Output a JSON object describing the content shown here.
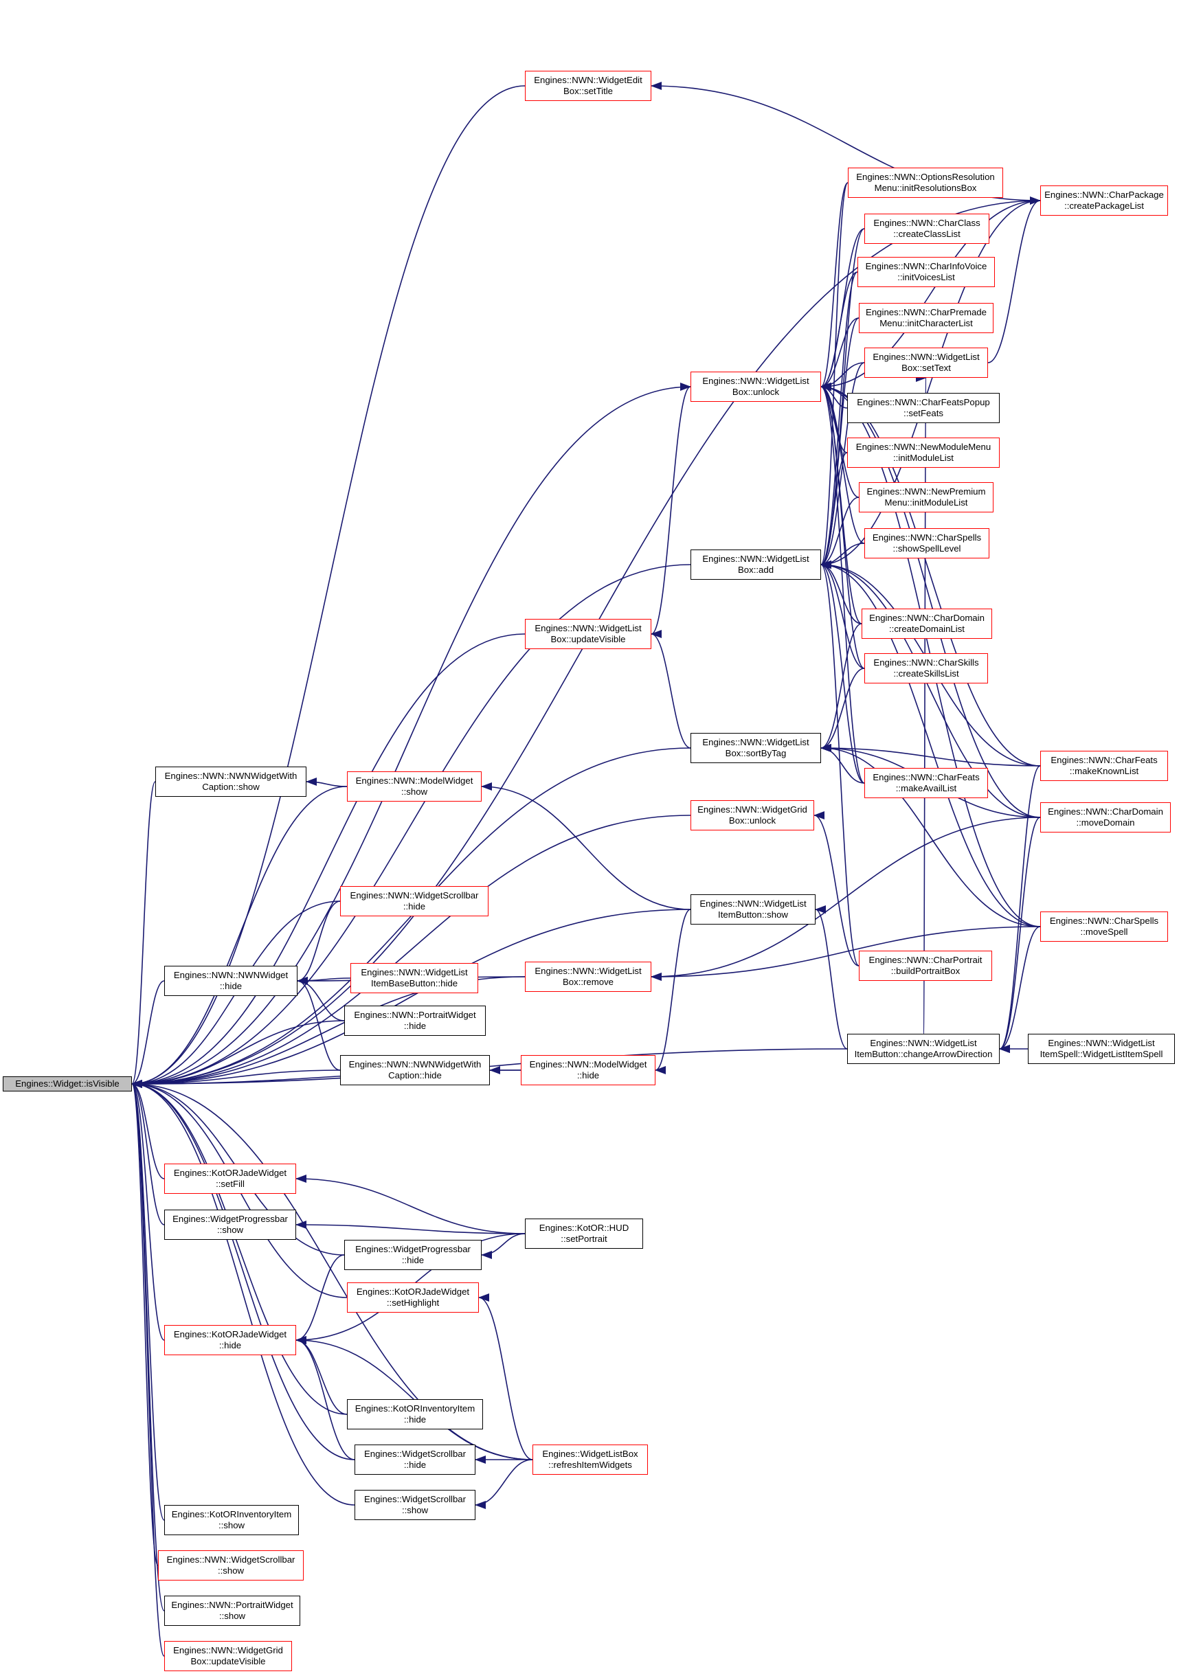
{
  "colors": {
    "edge": "#191970",
    "node_border": "#000000",
    "node_border_incomplete": "#ff0000",
    "root_fill": "#bfbfbf"
  },
  "graph": {
    "root": "isVisible",
    "nodes": [
      {
        "id": "isVisible",
        "lines": [
          "Engines::Widget::isVisible"
        ],
        "border": "black",
        "root": true
      },
      {
        "id": "editSetTitle",
        "lines": [
          "Engines::NWN::WidgetEdit",
          "Box::setTitle"
        ],
        "border": "red"
      },
      {
        "id": "optionsRes",
        "lines": [
          "Engines::NWN::OptionsResolution",
          "Menu::initResolutionsBox"
        ],
        "border": "red"
      },
      {
        "id": "charPackage",
        "lines": [
          "Engines::NWN::CharPackage",
          "::createPackageList"
        ],
        "border": "red"
      },
      {
        "id": "charClass",
        "lines": [
          "Engines::NWN::CharClass",
          "::createClassList"
        ],
        "border": "red"
      },
      {
        "id": "charInfoVoice",
        "lines": [
          "Engines::NWN::CharInfoVoice",
          "::initVoicesList"
        ],
        "border": "red"
      },
      {
        "id": "charPremade",
        "lines": [
          "Engines::NWN::CharPremade",
          "Menu::initCharacterList"
        ],
        "border": "red"
      },
      {
        "id": "wlbSetText",
        "lines": [
          "Engines::NWN::WidgetList",
          "Box::setText"
        ],
        "border": "red"
      },
      {
        "id": "wlbUnlock",
        "lines": [
          "Engines::NWN::WidgetList",
          "Box::unlock"
        ],
        "border": "red"
      },
      {
        "id": "charFeatsPopup",
        "lines": [
          "Engines::NWN::CharFeatsPopup",
          "::setFeats"
        ],
        "border": "black"
      },
      {
        "id": "newModuleMenu",
        "lines": [
          "Engines::NWN::NewModuleMenu",
          "::initModuleList"
        ],
        "border": "red"
      },
      {
        "id": "newPremium",
        "lines": [
          "Engines::NWN::NewPremium",
          "Menu::initModuleList"
        ],
        "border": "red"
      },
      {
        "id": "charSpellsShow",
        "lines": [
          "Engines::NWN::CharSpells",
          "::showSpellLevel"
        ],
        "border": "red"
      },
      {
        "id": "wlbAdd",
        "lines": [
          "Engines::NWN::WidgetList",
          "Box::add"
        ],
        "border": "black"
      },
      {
        "id": "charDomainCreate",
        "lines": [
          "Engines::NWN::CharDomain",
          "::createDomainList"
        ],
        "border": "red"
      },
      {
        "id": "wlbUpdateVisible",
        "lines": [
          "Engines::NWN::WidgetList",
          "Box::updateVisible"
        ],
        "border": "red"
      },
      {
        "id": "charSkills",
        "lines": [
          "Engines::NWN::CharSkills",
          "::createSkillsList"
        ],
        "border": "red"
      },
      {
        "id": "wlbSortByTag",
        "lines": [
          "Engines::NWN::WidgetList",
          "Box::sortByTag"
        ],
        "border": "black"
      },
      {
        "id": "charFeatsKnown",
        "lines": [
          "Engines::NWN::CharFeats",
          "::makeKnownList"
        ],
        "border": "red"
      },
      {
        "id": "nwnWidgetWithCaptionShow",
        "lines": [
          "Engines::NWN::NWNWidgetWith",
          "Caption::show"
        ],
        "border": "black"
      },
      {
        "id": "modelWidgetShow",
        "lines": [
          "Engines::NWN::ModelWidget",
          "::show"
        ],
        "border": "red"
      },
      {
        "id": "charFeatsAvail",
        "lines": [
          "Engines::NWN::CharFeats",
          "::makeAvailList"
        ],
        "border": "red"
      },
      {
        "id": "wgbUnlock",
        "lines": [
          "Engines::NWN::WidgetGrid",
          "Box::unlock"
        ],
        "border": "red"
      },
      {
        "id": "charDomainMove",
        "lines": [
          "Engines::NWN::CharDomain",
          "::moveDomain"
        ],
        "border": "red"
      },
      {
        "id": "scrollbarHideNWN",
        "lines": [
          "Engines::NWN::WidgetScrollbar",
          "::hide"
        ],
        "border": "red"
      },
      {
        "id": "wlibShow",
        "lines": [
          "Engines::NWN::WidgetList",
          "ItemButton::show"
        ],
        "border": "black"
      },
      {
        "id": "charSpellsMove",
        "lines": [
          "Engines::NWN::CharSpells",
          "::moveSpell"
        ],
        "border": "red"
      },
      {
        "id": "nwnWidgetHide",
        "lines": [
          "Engines::NWN::NWNWidget",
          "::hide"
        ],
        "border": "black"
      },
      {
        "id": "wlibbHide",
        "lines": [
          "Engines::NWN::WidgetList",
          "ItemBaseButton::hide"
        ],
        "border": "red"
      },
      {
        "id": "wlbRemove",
        "lines": [
          "Engines::NWN::WidgetList",
          "Box::remove"
        ],
        "border": "red"
      },
      {
        "id": "charPortrait",
        "lines": [
          "Engines::NWN::CharPortrait",
          "::buildPortraitBox"
        ],
        "border": "red"
      },
      {
        "id": "portraitWidgetHide",
        "lines": [
          "Engines::NWN::PortraitWidget",
          "::hide"
        ],
        "border": "black"
      },
      {
        "id": "wlibChangeArrow",
        "lines": [
          "Engines::NWN::WidgetList",
          "ItemButton::changeArrowDirection"
        ],
        "border": "black"
      },
      {
        "id": "wlisCtor",
        "lines": [
          "Engines::NWN::WidgetList",
          "ItemSpell::WidgetListItemSpell"
        ],
        "border": "black"
      },
      {
        "id": "nwnWidgetWithCaptionHide",
        "lines": [
          "Engines::NWN::NWNWidgetWith",
          "Caption::hide"
        ],
        "border": "black"
      },
      {
        "id": "modelWidgetHide",
        "lines": [
          "Engines::NWN::ModelWidget",
          "::hide"
        ],
        "border": "red"
      },
      {
        "id": "kotorJadeSetFill",
        "lines": [
          "Engines::KotORJadeWidget",
          "::setFill"
        ],
        "border": "red"
      },
      {
        "id": "progressbarShow",
        "lines": [
          "Engines::WidgetProgressbar",
          "::show"
        ],
        "border": "black"
      },
      {
        "id": "hudSetPortrait",
        "lines": [
          "Engines::KotOR::HUD",
          "::setPortrait"
        ],
        "border": "black"
      },
      {
        "id": "progressbarHide",
        "lines": [
          "Engines::WidgetProgressbar",
          "::hide"
        ],
        "border": "black"
      },
      {
        "id": "kotorJadeSetHighlight",
        "lines": [
          "Engines::KotORJadeWidget",
          "::setHighlight"
        ],
        "border": "red"
      },
      {
        "id": "kotorJadeHide",
        "lines": [
          "Engines::KotORJadeWidget",
          "::hide"
        ],
        "border": "red"
      },
      {
        "id": "kotorInvHide",
        "lines": [
          "Engines::KotORInventoryItem",
          "::hide"
        ],
        "border": "black"
      },
      {
        "id": "scrollbarHide",
        "lines": [
          "Engines::WidgetScrollbar",
          "::hide"
        ],
        "border": "black"
      },
      {
        "id": "refreshItemWidgets",
        "lines": [
          "Engines::WidgetListBox",
          "::refreshItemWidgets"
        ],
        "border": "red"
      },
      {
        "id": "scrollbarShow",
        "lines": [
          "Engines::WidgetScrollbar",
          "::show"
        ],
        "border": "black"
      },
      {
        "id": "kotorInvShow",
        "lines": [
          "Engines::KotORInventoryItem",
          "::show"
        ],
        "border": "black"
      },
      {
        "id": "scrollbarShowNWN",
        "lines": [
          "Engines::NWN::WidgetScrollbar",
          "::show"
        ],
        "border": "red"
      },
      {
        "id": "portraitWidgetShow",
        "lines": [
          "Engines::NWN::PortraitWidget",
          "::show"
        ],
        "border": "black"
      },
      {
        "id": "wgbUpdateVisible",
        "lines": [
          "Engines::NWN::WidgetGrid",
          "Box::updateVisible"
        ],
        "border": "red"
      }
    ],
    "edges": [
      {
        "from": "editSetTitle",
        "to": "isVisible"
      },
      {
        "from": "wlbUnlock",
        "to": "isVisible"
      },
      {
        "from": "wlbAdd",
        "to": "isVisible"
      },
      {
        "from": "wlbUpdateVisible",
        "to": "isVisible"
      },
      {
        "from": "charPackage",
        "to": "isVisible"
      },
      {
        "from": "wlbSortByTag",
        "to": "isVisible"
      },
      {
        "from": "nwnWidgetWithCaptionShow",
        "to": "isVisible"
      },
      {
        "from": "modelWidgetShow",
        "to": "isVisible"
      },
      {
        "from": "wgbUnlock",
        "to": "isVisible"
      },
      {
        "from": "wlibShow",
        "to": "isVisible"
      },
      {
        "from": "scrollbarHideNWN",
        "to": "isVisible"
      },
      {
        "from": "wlbRemove",
        "to": "isVisible"
      },
      {
        "from": "nwnWidgetHide",
        "to": "isVisible"
      },
      {
        "from": "portraitWidgetHide",
        "to": "isVisible"
      },
      {
        "from": "nwnWidgetWithCaptionHide",
        "to": "isVisible"
      },
      {
        "from": "modelWidgetHide",
        "to": "isVisible"
      },
      {
        "from": "wlibChangeArrow",
        "to": "isVisible"
      },
      {
        "from": "kotorJadeSetFill",
        "to": "isVisible"
      },
      {
        "from": "progressbarShow",
        "to": "isVisible"
      },
      {
        "from": "progressbarHide",
        "to": "isVisible"
      },
      {
        "from": "kotorJadeSetHighlight",
        "to": "isVisible"
      },
      {
        "from": "kotorJadeHide",
        "to": "isVisible"
      },
      {
        "from": "kotorInvHide",
        "to": "isVisible"
      },
      {
        "from": "scrollbarHide",
        "to": "isVisible"
      },
      {
        "from": "scrollbarShow",
        "to": "isVisible"
      },
      {
        "from": "refreshItemWidgets",
        "to": "isVisible"
      },
      {
        "from": "kotorInvShow",
        "to": "isVisible"
      },
      {
        "from": "scrollbarShowNWN",
        "to": "isVisible"
      },
      {
        "from": "portraitWidgetShow",
        "to": "isVisible"
      },
      {
        "from": "wgbUpdateVisible",
        "to": "isVisible"
      },
      {
        "from": "charPackage",
        "to": "editSetTitle"
      },
      {
        "from": "optionsRes",
        "to": "wlbUnlock"
      },
      {
        "from": "charClass",
        "to": "wlbUnlock"
      },
      {
        "from": "charInfoVoice",
        "to": "wlbUnlock"
      },
      {
        "from": "charPremade",
        "to": "wlbUnlock"
      },
      {
        "from": "wlbSetText",
        "to": "wlbUnlock"
      },
      {
        "from": "charFeatsPopup",
        "to": "wlbUnlock"
      },
      {
        "from": "newModuleMenu",
        "to": "wlbUnlock"
      },
      {
        "from": "newPremium",
        "to": "wlbUnlock"
      },
      {
        "from": "charSpellsShow",
        "to": "wlbUnlock"
      },
      {
        "from": "charDomainCreate",
        "to": "wlbUnlock"
      },
      {
        "from": "charSkills",
        "to": "wlbUnlock"
      },
      {
        "from": "charFeatsAvail",
        "to": "wlbUnlock"
      },
      {
        "from": "charFeatsKnown",
        "to": "wlbUnlock"
      },
      {
        "from": "charDomainMove",
        "to": "wlbUnlock"
      },
      {
        "from": "charSpellsMove",
        "to": "wlbUnlock"
      },
      {
        "from": "charPackage",
        "to": "wlbUnlock"
      },
      {
        "from": "wlbUpdateVisible",
        "to": "wlbUnlock"
      },
      {
        "from": "optionsRes",
        "to": "wlbAdd"
      },
      {
        "from": "charClass",
        "to": "wlbAdd"
      },
      {
        "from": "charInfoVoice",
        "to": "wlbAdd"
      },
      {
        "from": "charPremade",
        "to": "wlbAdd"
      },
      {
        "from": "wlbSetText",
        "to": "wlbAdd"
      },
      {
        "from": "newModuleMenu",
        "to": "wlbAdd"
      },
      {
        "from": "newPremium",
        "to": "wlbAdd"
      },
      {
        "from": "charSpellsShow",
        "to": "wlbAdd"
      },
      {
        "from": "charDomainCreate",
        "to": "wlbAdd"
      },
      {
        "from": "charSkills",
        "to": "wlbAdd"
      },
      {
        "from": "charFeatsKnown",
        "to": "wlbAdd"
      },
      {
        "from": "charFeatsAvail",
        "to": "wlbAdd"
      },
      {
        "from": "charDomainMove",
        "to": "wlbAdd"
      },
      {
        "from": "charSpellsMove",
        "to": "wlbAdd"
      },
      {
        "from": "charPortrait",
        "to": "wlbAdd"
      },
      {
        "from": "charPackage",
        "to": "wlbAdd"
      },
      {
        "from": "wlbSortByTag",
        "to": "wlbUpdateVisible"
      },
      {
        "from": "charDomainCreate",
        "to": "wlbSortByTag"
      },
      {
        "from": "charSkills",
        "to": "wlbSortByTag"
      },
      {
        "from": "charFeatsAvail",
        "to": "wlbSortByTag"
      },
      {
        "from": "charFeatsKnown",
        "to": "wlbSortByTag"
      },
      {
        "from": "charDomainMove",
        "to": "wlbSortByTag"
      },
      {
        "from": "charSpellsMove",
        "to": "wlbSortByTag"
      },
      {
        "from": "wlbSetText",
        "to": "charPackage"
      },
      {
        "from": "wlisCtor",
        "to": "wlibChangeArrow"
      },
      {
        "from": "charDomainMove",
        "to": "wlibChangeArrow"
      },
      {
        "from": "charSpellsMove",
        "to": "wlibChangeArrow"
      },
      {
        "from": "charFeatsKnown",
        "to": "wlibChangeArrow"
      },
      {
        "from": "wlibChangeArrow",
        "to": "wlbSetText"
      },
      {
        "from": "modelWidgetShow",
        "to": "nwnWidgetWithCaptionShow"
      },
      {
        "from": "wlibShow",
        "to": "modelWidgetShow"
      },
      {
        "from": "charPortrait",
        "to": "wgbUnlock"
      },
      {
        "from": "wlibChangeArrow",
        "to": "wlibShow"
      },
      {
        "from": "scrollbarHideNWN",
        "to": "nwnWidgetHide"
      },
      {
        "from": "wlibbHide",
        "to": "nwnWidgetHide"
      },
      {
        "from": "portraitWidgetHide",
        "to": "nwnWidgetHide"
      },
      {
        "from": "nwnWidgetWithCaptionHide",
        "to": "nwnWidgetHide"
      },
      {
        "from": "wlbRemove",
        "to": "nwnWidgetHide"
      },
      {
        "from": "modelWidgetHide",
        "to": "nwnWidgetWithCaptionHide"
      },
      {
        "from": "wlibShow",
        "to": "modelWidgetHide"
      },
      {
        "from": "charDomainMove",
        "to": "wlbRemove"
      },
      {
        "from": "charSpellsMove",
        "to": "wlbRemove"
      },
      {
        "from": "hudSetPortrait",
        "to": "kotorJadeSetFill"
      },
      {
        "from": "hudSetPortrait",
        "to": "progressbarShow"
      },
      {
        "from": "hudSetPortrait",
        "to": "progressbarHide"
      },
      {
        "from": "hudSetPortrait",
        "to": "kotorJadeHide"
      },
      {
        "from": "progressbarHide",
        "to": "kotorJadeHide"
      },
      {
        "from": "refreshItemWidgets",
        "to": "kotorJadeSetHighlight"
      },
      {
        "from": "kotorInvHide",
        "to": "kotorJadeHide"
      },
      {
        "from": "scrollbarHide",
        "to": "kotorJadeHide"
      },
      {
        "from": "refreshItemWidgets",
        "to": "kotorJadeHide"
      },
      {
        "from": "refreshItemWidgets",
        "to": "scrollbarHide"
      },
      {
        "from": "refreshItemWidgets",
        "to": "scrollbarShow"
      }
    ]
  }
}
